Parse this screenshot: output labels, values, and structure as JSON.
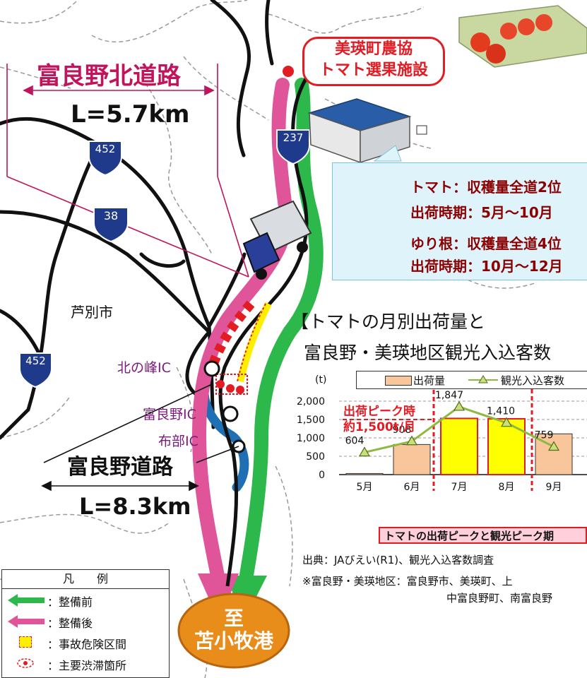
{
  "map": {
    "road_north": {
      "name": "富良野北道路",
      "length": "L=5.7km"
    },
    "road_south": {
      "name": "富良野道路",
      "length": "L=8.3km"
    },
    "route_shields": [
      "452",
      "38",
      "237",
      "452"
    ],
    "city": "芦別市",
    "interchanges": [
      "北の峰IC",
      "富良野IC",
      "布部IC"
    ],
    "facility_callout": {
      "line1": "美瑛町農協",
      "line2": "トマト選果施設"
    },
    "destination": {
      "line1": "至",
      "line2": "苫小牧港"
    },
    "colors": {
      "before": "#2db84b",
      "after": "#e0559a",
      "river": "#1f6fb5",
      "danger": "#ffee00",
      "congestion": "#e31b23"
    }
  },
  "infobox": {
    "tomato_line1": "トマト：収穫量全道2位",
    "tomato_line2": "出荷時期：5月～10月",
    "lily_line1": "ゆり根：収穫量全道4位",
    "lily_line2": "出荷時期：10月～12月"
  },
  "map_legend": {
    "title": "凡　　例",
    "items": [
      {
        "label": "：整備前",
        "icon": "green-arrow-icon"
      },
      {
        "label": "：整備後",
        "icon": "pink-arrow-icon"
      },
      {
        "label": "：事故危険区間",
        "icon": "danger-section-icon"
      },
      {
        "label": "：主要渋滞箇所",
        "icon": "congestion-icon"
      }
    ]
  },
  "chart_data": {
    "type": "bar",
    "title_line1": "【トマトの月別出荷量と",
    "title_line2": "富良野・美瑛地区観光入込客数",
    "unit": "(t)",
    "categories": [
      "5月",
      "6月",
      "7月",
      "8月",
      "9月"
    ],
    "ylim": [
      0,
      2000
    ],
    "yticks": [
      "0",
      "500",
      "1,000",
      "1,500",
      "2,000"
    ],
    "series": [
      {
        "name": "出荷量",
        "type": "bar",
        "values": [
          30,
          820,
          1530,
          1520,
          1110
        ]
      },
      {
        "name": "観光入込客数",
        "type": "line",
        "values": [
          604,
          908,
          1847,
          1410,
          759
        ]
      }
    ],
    "point_labels": [
      "604",
      "908",
      "1,847",
      "1,410",
      "759"
    ],
    "peak_annotation": {
      "line1": "出荷ピーク時",
      "line2": "約1,500t/月"
    },
    "peak_months": [
      "7月",
      "8月"
    ],
    "bottom_note": "トマトの出荷ピークと観光ピーク期"
  },
  "footer": {
    "source": "出典：JAびえい(R1)、観光入込客数調査",
    "note_line1": "※富良野・美瑛地区：富良野市、美瑛町、上",
    "note_line2": "中富良野町、南富良野"
  }
}
